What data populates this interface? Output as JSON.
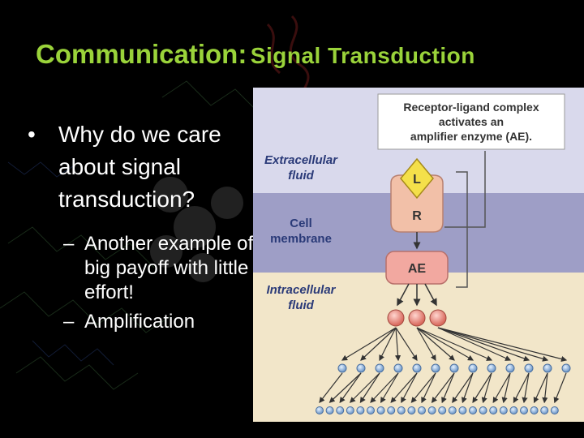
{
  "slide": {
    "title_main": "Communication:",
    "title_sub": "Signal Transduction",
    "bullet_1": "Why do we care about signal transduction?",
    "sub_bullets": [
      "Another example of big payoff with little effort!",
      "Amplification"
    ]
  },
  "figure": {
    "callout_line1": "Receptor-ligand complex",
    "callout_line2": "activates an",
    "callout_line3": "amplifier enzyme (AE).",
    "extracellular_line1": "Extracellular",
    "extracellular_line2": "fluid",
    "membrane_line1": "Cell",
    "membrane_line2": "membrane",
    "intracellular_line1": "Intracellular",
    "intracellular_line2": "fluid",
    "ligand": "L",
    "receptor": "R",
    "amplifier": "AE"
  },
  "colors": {
    "title": "#9ad33a",
    "extracellular": "#d9d9ec",
    "membrane": "#9e9ec6",
    "intracellular": "#f2e6c9",
    "receptor": "#f2c0a8",
    "ligand": "#f4e04a",
    "amplifier": "#f2a8a0",
    "label_text": "#2a3a78"
  }
}
